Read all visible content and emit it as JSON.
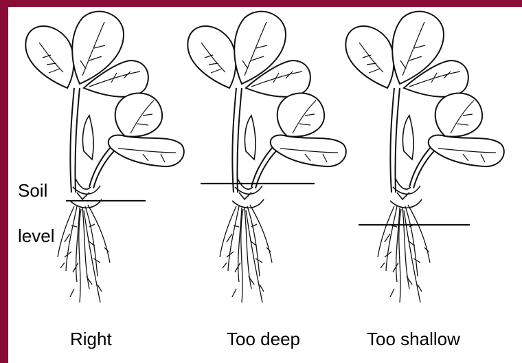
{
  "soil_label": {
    "line1": "Soil",
    "line2": "level"
  },
  "captions": [
    "Right",
    "Too deep",
    "Too shallow"
  ],
  "colors": {
    "frame": "#8a0b36",
    "background": "#ffffff",
    "ink": "#111111"
  },
  "icons": [
    "plant-illustration",
    "plant-illustration",
    "plant-illustration"
  ]
}
